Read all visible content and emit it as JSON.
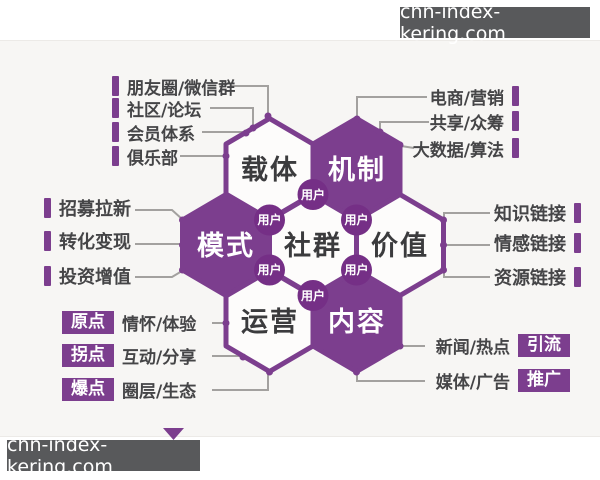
{
  "watermark_top": "chn-index-kering.com",
  "watermark_bottom": "chn-index-kering.com",
  "user_label": "用户",
  "hexagons": {
    "center": {
      "label": "社群"
    },
    "carrier": {
      "label": "载体"
    },
    "mechanism": {
      "label": "机制"
    },
    "mode": {
      "label": "模式"
    },
    "value": {
      "label": "价值"
    },
    "operation": {
      "label": "运营"
    },
    "content": {
      "label": "内容"
    }
  },
  "labels": {
    "top_left": [
      "朋友圈/微信群",
      "社区/论坛",
      "会员体系",
      "俱乐部"
    ],
    "top_right": [
      "电商/营销",
      "共享/众筹",
      "大数据/算法"
    ],
    "left": [
      "招募拉新",
      "转化变现",
      "投资增值"
    ],
    "right": [
      "知识链接",
      "情感链接",
      "资源链接"
    ],
    "bottom_left": [
      {
        "tag": "原点",
        "text": "情怀/体验"
      },
      {
        "tag": "拐点",
        "text": "互动/分享"
      },
      {
        "tag": "爆点",
        "text": "圈层/生态"
      }
    ],
    "bottom_right": [
      {
        "text": "新闻/热点",
        "tag": "引流"
      },
      {
        "text": "媒体/广告",
        "tag": "推广"
      }
    ]
  },
  "colors": {
    "purple": "#7c3e8e",
    "node_purple": "#752f86",
    "dark_box": "#58595b",
    "text_dark": "#454547",
    "wire_gray": "#a3a19f"
  }
}
